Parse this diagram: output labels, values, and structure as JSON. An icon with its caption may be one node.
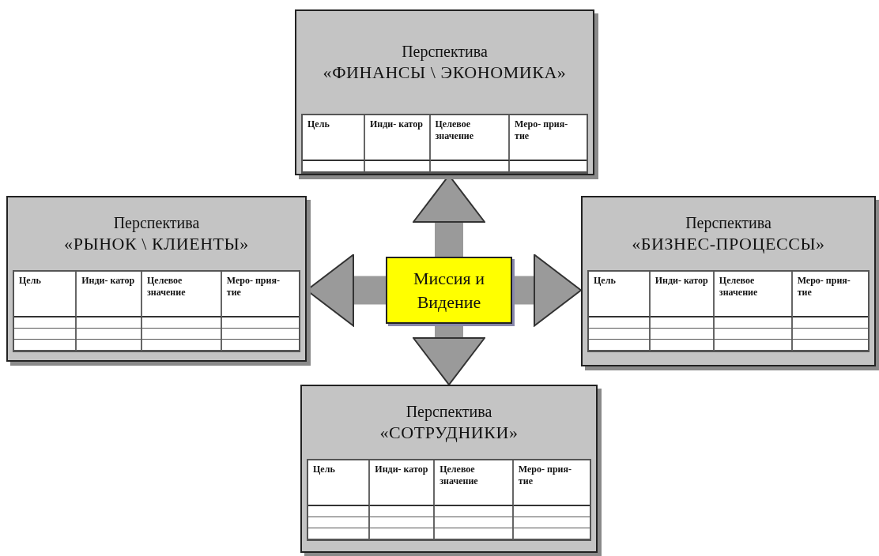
{
  "diagram": {
    "nodes": [
      {
        "text": [
          "Миссия и Видение"
        ]
      },
      {
        "text": [
          "Перспектива",
          "«ФИНАНСЫ \\ ЭКОНОМИКА»",
          "Цель",
          "Инди- катор",
          "Целевое значение",
          "Меро- прия- тие"
        ]
      },
      {
        "text": [
          "Перспектива",
          "«РЫНОК \\ КЛИЕНТЫ»",
          "Цель",
          "Инди- катор",
          "Целевое значение",
          "Меро- прия- тие"
        ]
      },
      {
        "text": [
          "Перспектива",
          "«БИЗНЕС-ПРОЦЕССЫ»",
          "Цель",
          "Инди- катор",
          "Целевое значение",
          "Меро- прия- тие"
        ]
      },
      {
        "text": [
          "Перспектива",
          "«СОТРУДНИКИ»",
          "Цель",
          "Инди- катор",
          "Целевое значение",
          "Меро- прия- тие"
        ]
      }
    ],
    "edges": [
      {
        "from": 0,
        "to": 1,
        "arrow": "to"
      },
      {
        "from": 0,
        "to": 2,
        "arrow": "to"
      },
      {
        "from": 0,
        "to": 3,
        "arrow": "to"
      },
      {
        "from": 0,
        "to": 4,
        "arrow": "to"
      }
    ]
  }
}
